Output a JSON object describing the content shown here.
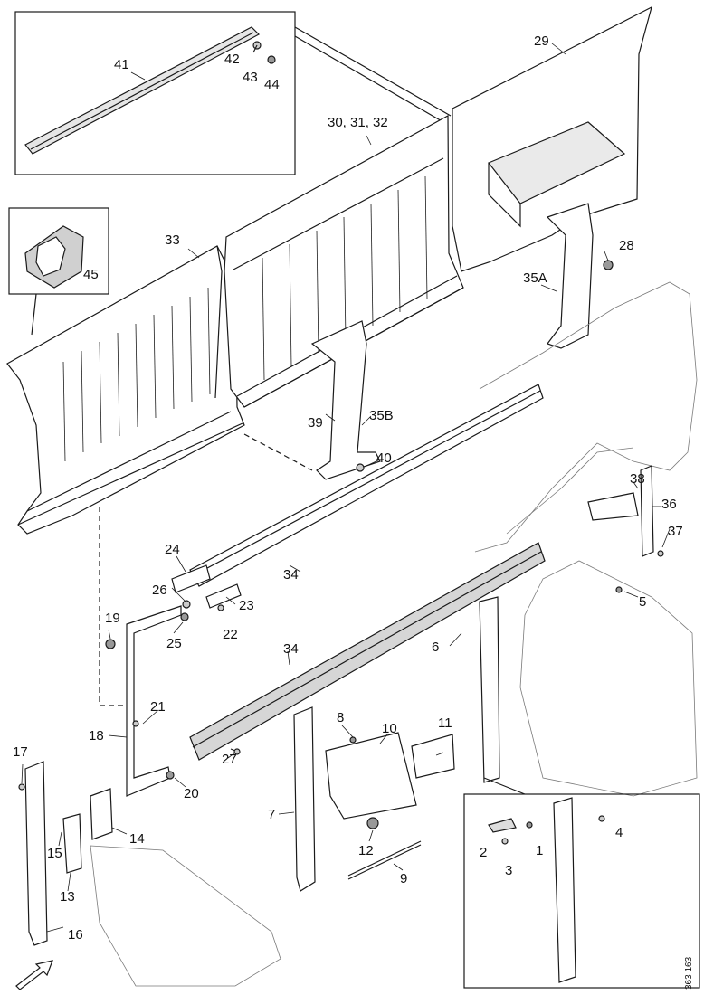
{
  "labels": {
    "l1": "1",
    "l2": "2",
    "l3": "3",
    "l4": "4",
    "l5": "5",
    "l6": "6",
    "l7": "7",
    "l8": "8",
    "l9": "9",
    "l10": "10",
    "l11": "11",
    "l12": "12",
    "l13": "13",
    "l14": "14",
    "l15": "15",
    "l16": "16",
    "l17": "17",
    "l18": "18",
    "l19": "19",
    "l20": "20",
    "l21": "21",
    "l22": "22",
    "l23": "23",
    "l24": "24",
    "l25": "25",
    "l26": "26",
    "l27": "27",
    "l28": "28",
    "l29": "29",
    "l30_31_32": "30, 31, 32",
    "l33": "33",
    "l34a": "34",
    "l34b": "34",
    "l35A": "35A",
    "l35B": "35B",
    "l36": "36",
    "l37": "37",
    "l38": "38",
    "l39": "39",
    "l40": "40",
    "l41": "41",
    "l42": "42",
    "l43": "43",
    "l44": "44",
    "l45": "45"
  },
  "drawing_code": "363 163",
  "colors": {
    "line": "#1a1a1a",
    "fill": "#ffffff",
    "shade": "#d9d9d9",
    "dark": "#9a9a9a"
  }
}
